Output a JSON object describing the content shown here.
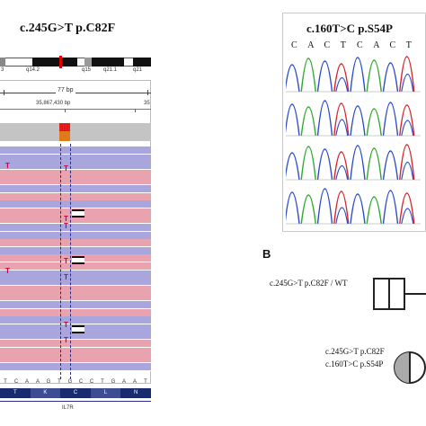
{
  "panel_a": {
    "title": "c.245G>T p.C82F",
    "chromosome_bands": [
      "3",
      "q14.2",
      "q15",
      "q21.1",
      "q21"
    ],
    "span_label": "77 bp",
    "position_label": "35,867,430 bp",
    "position_label_right": "35",
    "variant_base": "T",
    "reference_sequence": [
      "T",
      "C",
      "A",
      "A",
      "G",
      "T",
      "G",
      "C",
      "C",
      "T",
      "G",
      "A",
      "A",
      "T"
    ],
    "amino_acids": [
      "T",
      "K",
      "C",
      "L",
      "N"
    ],
    "gene_label": "IL7R"
  },
  "panel_b_chromatogram": {
    "title": "c.160T>C p.S54P",
    "bases": [
      "C",
      "A",
      "C",
      "T",
      "C",
      "A",
      "C",
      "T"
    ]
  },
  "panel_b": {
    "label": "B",
    "genotype_1": "c.245G>T p.C82F / WT",
    "genotype_2_line1": "c.245G>T p.C82F",
    "genotype_2_line2": "c.160T>C p.S54P"
  },
  "colors": {
    "read_forward": "#e8a3ae",
    "read_reverse": "#a9a6dd",
    "variant_T": "#d0004a",
    "trace_A": "#2eaa2e",
    "trace_C": "#2e4ec8",
    "trace_G": "#222222",
    "trace_T": "#d8242a"
  },
  "icons": [
    "pedigree-square-icon",
    "pedigree-circle-icon"
  ]
}
